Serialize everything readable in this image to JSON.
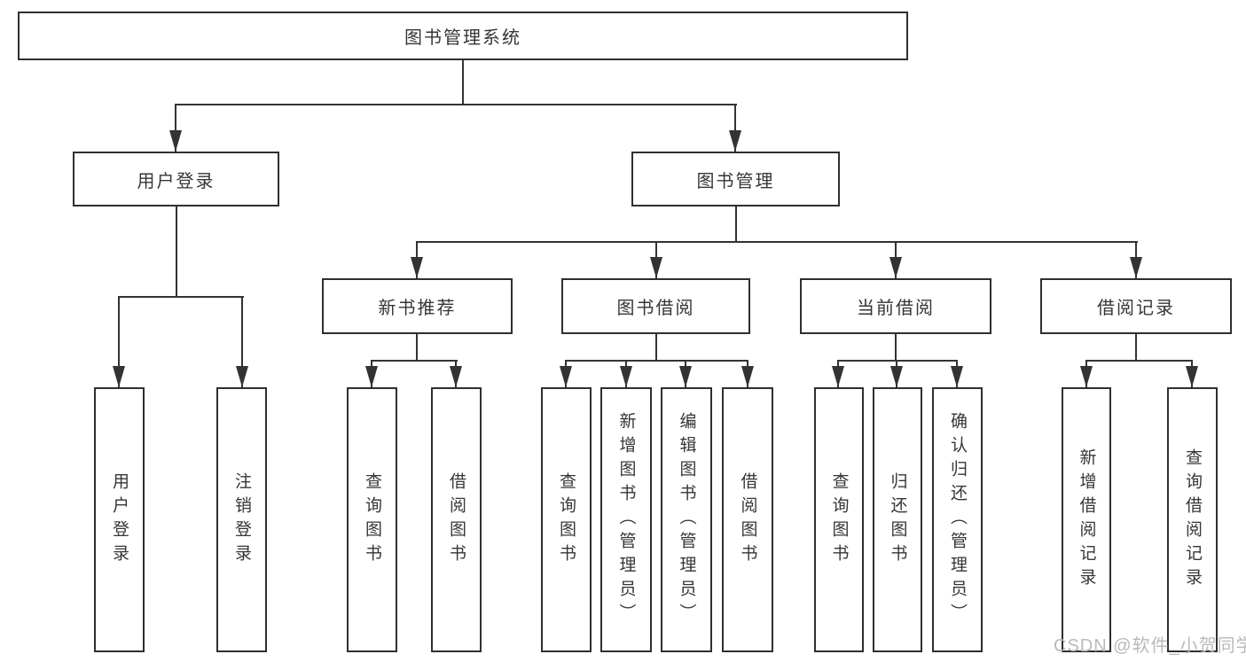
{
  "colors": {
    "line": "#333333",
    "box_border": "#2f2f2f",
    "text": "#363636",
    "watermark": "#b9b9b9",
    "background": "#ffffff"
  },
  "watermark": "CSDN @软件_小贺同学",
  "tree": {
    "root": "图书管理系统",
    "user": {
      "label": "用户登录",
      "children": [
        "用户登录",
        "注销登录"
      ]
    },
    "book": {
      "label": "图书管理",
      "sections": [
        {
          "label": "新书推荐",
          "children": [
            "查询图书",
            "借阅图书"
          ]
        },
        {
          "label": "图书借阅",
          "children": [
            "查询图书",
            "新增图书（管理员）",
            "编辑图书（管理员）",
            "借阅图书"
          ]
        },
        {
          "label": "当前借阅",
          "children": [
            "查询图书",
            "归还图书",
            "确认归还（管理员）"
          ]
        },
        {
          "label": "借阅记录",
          "children": [
            "新增借阅记录",
            "查询借阅记录"
          ]
        }
      ]
    }
  }
}
